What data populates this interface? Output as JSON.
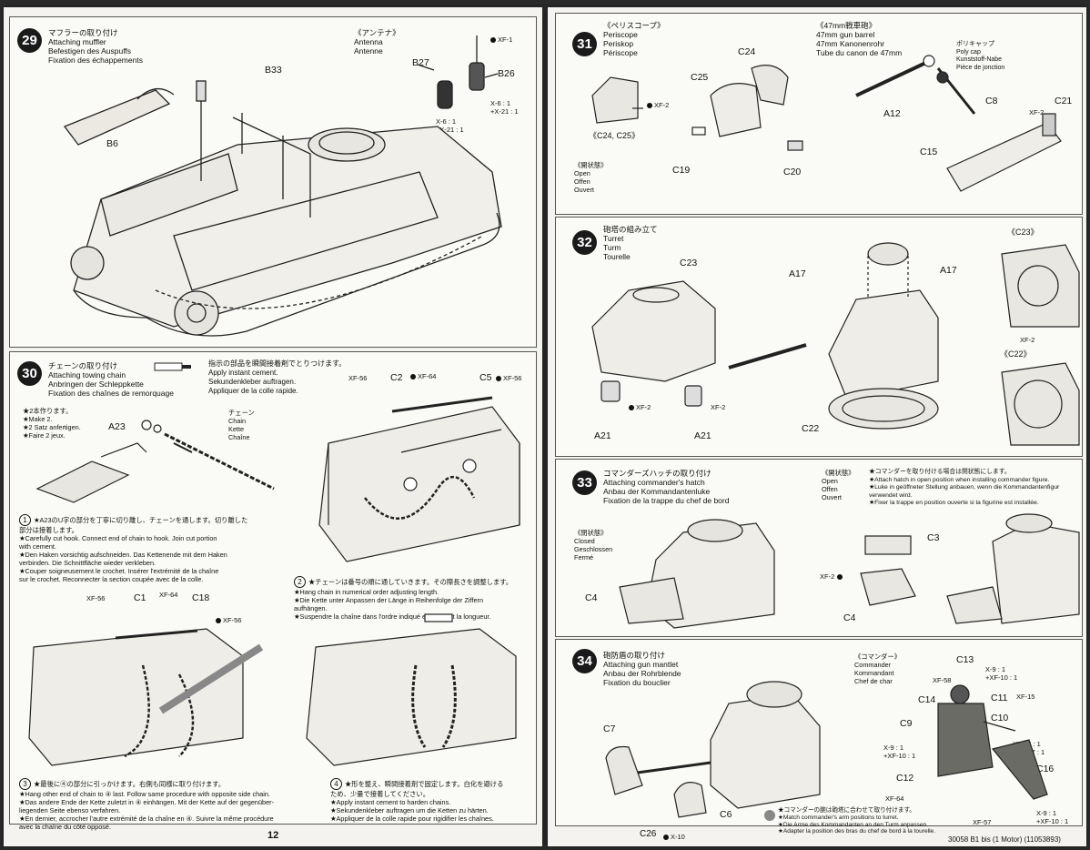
{
  "left_page": {
    "page_number": "12",
    "step29": {
      "number": "29",
      "title_ja": "マフラーの取り付け",
      "title_en": "Attaching muffler",
      "title_de": "Befestigen des Auspuffs",
      "title_fr": "Fixation des échappements",
      "antenna_ja": "《アンテナ》",
      "antenna_en": "Antenna",
      "antenna_fr": "Antenne",
      "parts": [
        "B33",
        "B6",
        "B27",
        "B26"
      ],
      "paints": [
        "XF-1",
        "X-6 : 1\n+X-21 : 1",
        "X-6 : 1\n+X-21 : 1"
      ]
    },
    "step30": {
      "number": "30",
      "title_ja": "チェーンの取り付け",
      "title_en": "Attaching towing chain",
      "title_de": "Anbringen der Schleppkette",
      "title_fr": "Fixation des chaînes de remorquage",
      "cement_ja": "指示の部品を瞬間接着剤でとりつけます。",
      "cement_en": "Apply instant cement.",
      "cement_de": "Sekundenkleber auftragen.",
      "cement_fr": "Appliquer de la colle rapide.",
      "make2": [
        "★2本作ります。",
        "★Make 2.",
        "★2 Satz anfertigen.",
        "★Faire 2 jeux."
      ],
      "chain_labels": [
        "チェーン",
        "Chain",
        "Kette",
        "Chaîne"
      ],
      "part_a23": "A23",
      "top_parts": {
        "c2": "C2",
        "c5": "C5",
        "xf64": "XF-64",
        "xf56a": "XF-56",
        "xf56b": "XF-56"
      },
      "note1": {
        "mark": "1",
        "lines": [
          "★A23のU字の部分を丁寧に切り離し、チェーンを通します。切り離した",
          "部分は接着します。",
          "★Carefully cut hook. Connect end of chain to hook. Join cut portion",
          "with cement.",
          "★Den Haken vorsichtig aufschneiden. Das Kettenende mit dem Haken",
          "verbinden. Die Schnittfläche wieder verkleben.",
          "★Couper soigneusement le crochet. Insérer l'extrémité de la chaîne",
          "sur le crochet. Reconnecter la section coupée avec de la colle."
        ]
      },
      "note2": {
        "mark": "2",
        "lines": [
          "★チェーンは番号の順に通していきます。その際長さを調整します。",
          "★Hang chain in numerical order adjusting length.",
          "★Die Kette unter Anpassen der Länge in Reihenfolge der Ziffern",
          "aufhängen.",
          "★Suspendre la chaîne dans l'ordre indiqué en ajustant la longueur."
        ]
      },
      "bottom_parts": {
        "c1": "C1",
        "c18": "C18",
        "xf56a": "XF-56",
        "xf64": "XF-64",
        "xf56b": "XF-56"
      },
      "note3": {
        "mark": "3",
        "lines": [
          "★最後に④の部分に引っかけます。右側も同様に取り付けます。",
          "★Hang other end of chain to ④ last. Follow same procedure with opposite side chain.",
          "★Das andere Ende der Kette zuletzt in ④ einhängen. Mit der Kette auf der gegenüber-",
          "liegenden Seite ebenso verfahren.",
          "★En dernier, accrocher l'autre extrémité de la chaîne en ④. Suivre la même procédure",
          "avec la chaîne du côté opposé."
        ]
      },
      "note4": {
        "mark": "4",
        "lines": [
          "★形を整え、瞬間接着剤で固定します。白化を避ける",
          "ため、少量で接着してください。",
          "★Apply instant cement to harden chains.",
          "★Sekundenkleber auftragen um die Ketten zu härten.",
          "★Appliquer de la colle rapide pour rigidifier les chaînes."
        ]
      }
    }
  },
  "right_page": {
    "footer": "30058  B1 bis (1 Motor)  (11053893)",
    "step31": {
      "number": "31",
      "title_ja": "《ペリスコープ》",
      "title_en": "Periscope",
      "title_de": "Periskop",
      "title_fr": "Périscope",
      "gun_ja": "《47mm戦車砲》",
      "gun_en": "47mm gun barrel",
      "gun_de": "47mm Kanonenrohr",
      "gun_fr": "Tube du canon de 47mm",
      "polycap": [
        "ポリキャップ",
        "Poly cap",
        "Kunststoff-Nabe",
        "Pièce de jonction"
      ],
      "open_labels": [
        "《開状態》",
        "Open",
        "Offen",
        "Ouvert"
      ],
      "parts": {
        "c24": "C24",
        "c25": "C25",
        "c24c25": "《C24, C25》",
        "c19": "C19",
        "c20": "C20",
        "a12": "A12",
        "c8": "C8",
        "c21": "C21",
        "c15": "C15"
      },
      "paints": {
        "xf2a": "XF-2",
        "xf2b": "XF-2"
      }
    },
    "step32": {
      "number": "32",
      "title_ja": "砲塔の組み立て",
      "title_en": "Turret",
      "title_de": "Turm",
      "title_fr": "Tourelle",
      "parts": {
        "c23": "C23",
        "a17a": "A17",
        "a17b": "A17",
        "c23v": "《C23》",
        "c22v": "《C22》",
        "a21a": "A21",
        "a21b": "A21",
        "c22": "C22"
      },
      "paints": {
        "xf2a": "XF-2",
        "xf2b": "XF-2",
        "xf2c": "XF-2"
      }
    },
    "step33": {
      "number": "33",
      "title_ja": "コマンダーズハッチの取り付け",
      "title_en": "Attaching commander's hatch",
      "title_de": "Anbau der Kommandantenluke",
      "title_fr": "Fixation de la trappe du chef de bord",
      "open_labels": [
        "《開状態》",
        "Open",
        "Offen",
        "Ouvert"
      ],
      "open_note": [
        "★コマンダーを取り付ける場合は開状態にします。",
        "★Attach hatch in open position when installing commander figure.",
        "★Luke in geöffneter Stellung anbauen, wenn die Kommandantenfigur",
        "verwendet wird.",
        "★Fixer la trappe en position ouverte si la figurine est installée."
      ],
      "closed_labels": [
        "《閉状態》",
        "Closed",
        "Geschlossen",
        "Fermé"
      ],
      "parts": {
        "c3": "C3",
        "c4a": "C4",
        "c4b": "C4"
      },
      "paints": {
        "xf2": "XF-2"
      }
    },
    "step34": {
      "number": "34",
      "title_ja": "砲防盾の取り付け",
      "title_en": "Attaching gun mantlet",
      "title_de": "Anbau der Rohrblende",
      "title_fr": "Fixation du bouclier",
      "commander": [
        "《コマンダー》",
        "Commander",
        "Kommandant",
        "Chef de char"
      ],
      "parts": {
        "c7": "C7",
        "c6": "C6",
        "c26": "C26",
        "c13": "C13",
        "c14": "C14",
        "c9": "C9",
        "c10": "C10",
        "c11": "C11",
        "c12": "C12",
        "c16": "C16"
      },
      "paints": {
        "x10": "X-10",
        "xf58": "XF-58",
        "xf15": "XF-15",
        "xf64": "XF-64",
        "xf57": "XF-57",
        "mix1": "X-9 : 1\n+XF-10 : 1",
        "mix2": "X-9 : 1\n+XF-10 : 1",
        "mix3": "XF-55 : 1\n+XF-57 : 1",
        "mix4": "X-9 : 1\n+XF-10 : 1"
      },
      "arm_note": [
        "★コマンダーの腕は砲塔に合わせて取り付けます。",
        "★Match commander's arm positions to turret.",
        "★Die Arme des Kommandanten an den Turm anpassen.",
        "★Adapter la position des bras du chef de bord à la tourelle."
      ]
    }
  },
  "colors": {
    "paper": "#f4f3ef",
    "ink": "#111111",
    "frame": "#555555"
  }
}
